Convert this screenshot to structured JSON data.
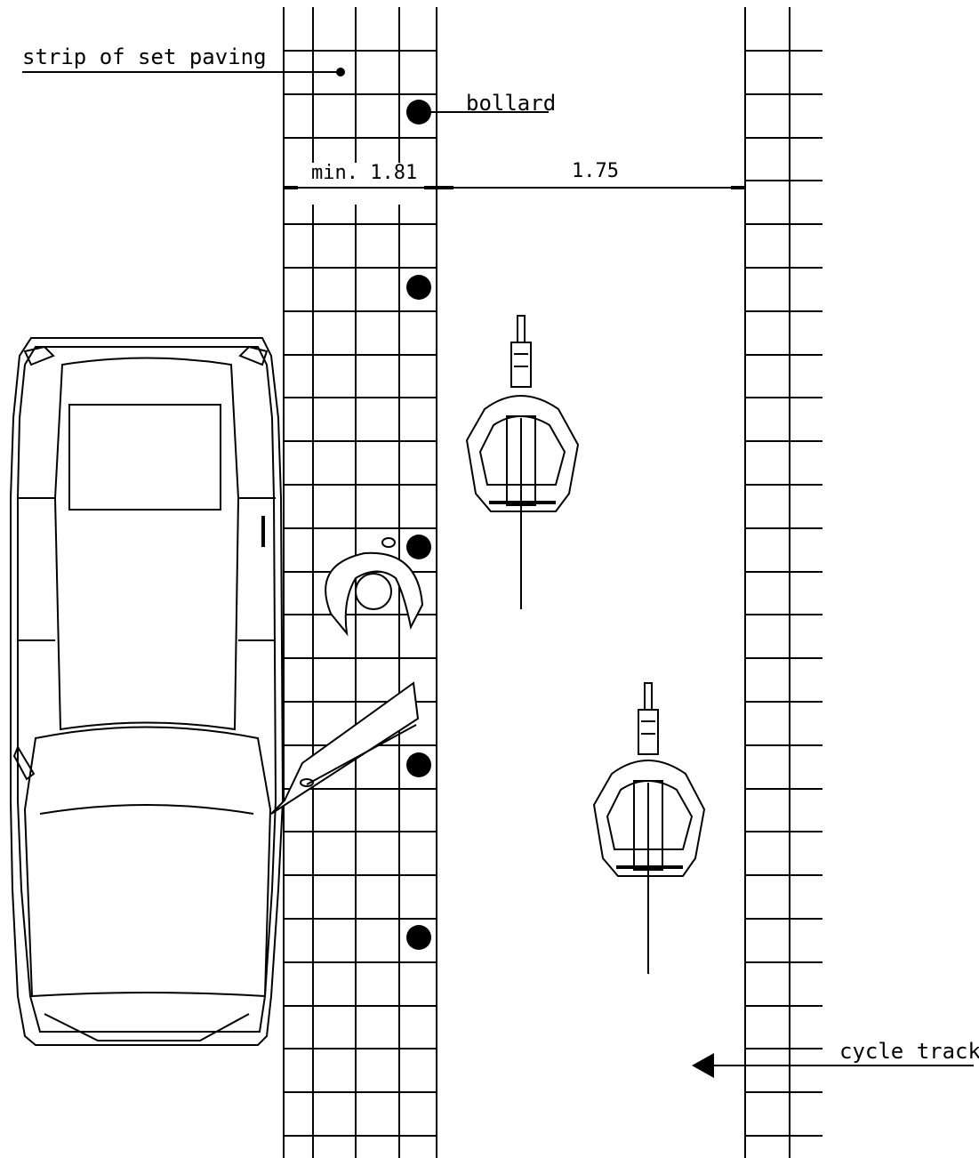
{
  "labels": {
    "paving": "strip of set paving",
    "bollard": "bollard",
    "cycle_track": "cycle track",
    "dim_paving": "min. 1.81",
    "dim_track": "1.75"
  },
  "colors": {
    "ink": "#000000",
    "paper": "#ffffff"
  }
}
